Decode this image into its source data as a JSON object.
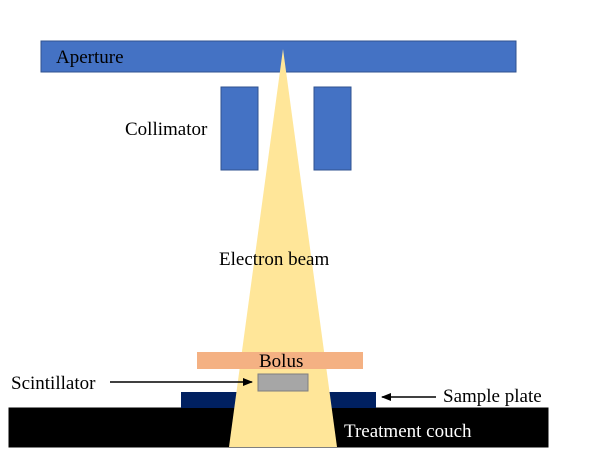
{
  "labels": {
    "aperture": "Aperture",
    "collimator": "Collimator",
    "electron_beam": "Electron beam",
    "bolus": "Bolus",
    "scintillator": "Scintillator",
    "sample_plate": "Sample plate",
    "treatment_couch": "Treatment couch"
  },
  "colors": {
    "aperture": "#4472c4",
    "collimator": "#4472c4",
    "beam": "#ffe699",
    "bolus": "#f4b183",
    "scintillator": "#a6a6a6",
    "sample_plate": "#002060",
    "couch": "#000000",
    "couch_text": "#ffffff",
    "text": "#000000"
  }
}
